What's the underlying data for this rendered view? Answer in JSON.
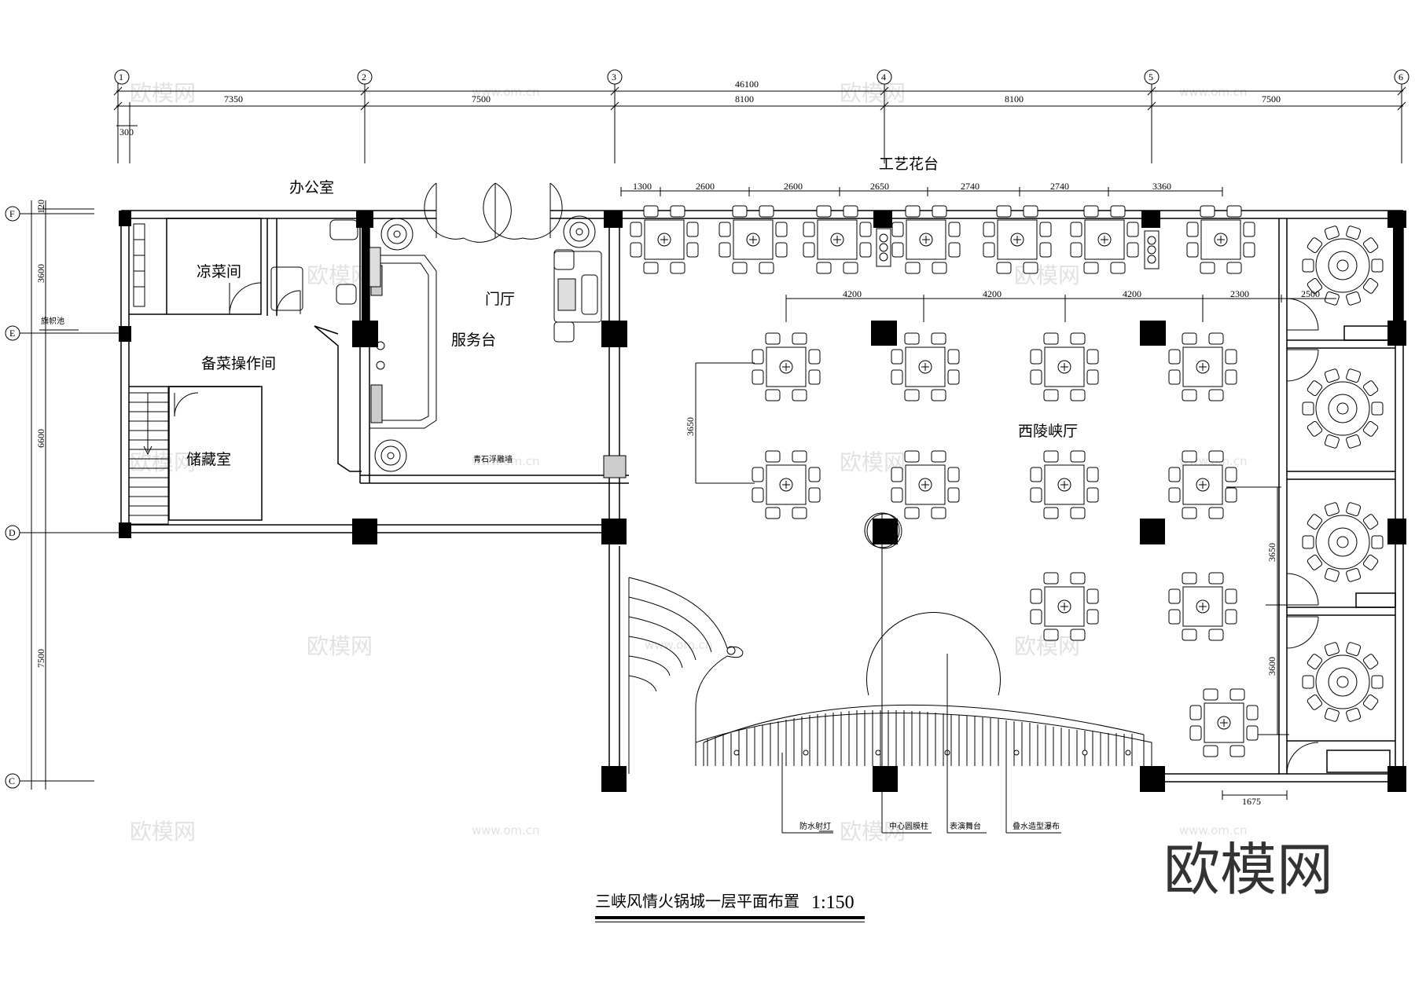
{
  "drawing": {
    "title": "三峡风情火锅城一层平面布置",
    "scale": "1:150",
    "brand": "欧模网",
    "watermark": "欧模网",
    "watermark_url": "www.om.cn"
  },
  "axes": {
    "columns": [
      "1",
      "2",
      "3",
      "4",
      "5",
      "6"
    ],
    "rows": [
      "F",
      "E",
      "D",
      "C"
    ],
    "total_width": "46100",
    "top_spans": [
      "7350",
      "7500",
      "8100",
      "8100",
      "7500"
    ],
    "small_offset": "300",
    "left_spans": [
      "120",
      "3600",
      "6600",
      "7500"
    ],
    "left_note": "旗帜池"
  },
  "rooms": {
    "office": "办公室",
    "cold_kitchen": "凉菜间",
    "prep_room": "备菜操作间",
    "storage": "储藏室",
    "lobby": "门厅",
    "service_desk": "服务台",
    "planter": "工艺花台",
    "main_hall": "西陵峡厅",
    "relief_wall": "青石浮雕墙"
  },
  "dimensions": {
    "planter_spans": [
      "1300",
      "2600",
      "2600",
      "2650",
      "2740",
      "2740",
      "3360"
    ],
    "row_spans": [
      "4200",
      "4200",
      "4200",
      "2300",
      "2500"
    ],
    "hall_depth": "3650",
    "right_depth_1": "3650",
    "right_depth_2": "3600",
    "bottom_width": "1675"
  },
  "callouts": [
    "防水射灯",
    "中心圆膜柱",
    "表演舞台",
    "叠水造型瀑布"
  ]
}
